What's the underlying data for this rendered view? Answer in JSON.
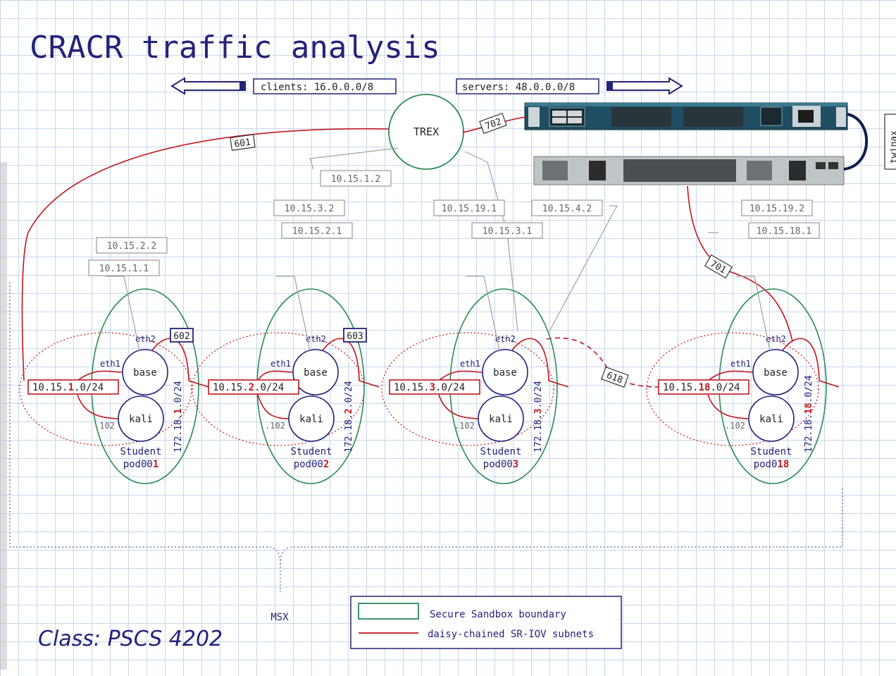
{
  "title": "CRACR traffic analysis",
  "class_label": "Class: PSCS 4202",
  "top": {
    "clients_label": "clients: 16.0.0.0/8",
    "servers_label": "servers: 48.0.0.0/8",
    "trex_label": "TREX",
    "twinax_label": "twinax"
  },
  "links": {
    "l601": "601",
    "l702": "702",
    "l602": "602",
    "l603": "603",
    "l618": "618",
    "l701": "701"
  },
  "ips": {
    "ip_10_15_1_2": "10.15.1.2",
    "ip_10_15_3_2": "10.15.3.2",
    "ip_10_15_2_1": "10.15.2.1",
    "ip_10_15_19_1": "10.15.19.1",
    "ip_10_15_3_1": "10.15.3.1",
    "ip_10_15_4_2": "10.15.4.2",
    "ip_10_15_19_2": "10.15.19.2",
    "ip_10_15_18_1": "10.15.18.1",
    "ip_10_15_2_2": "10.15.2.2",
    "ip_10_15_1_1": "10.15.1.1"
  },
  "pod_common": {
    "eth1": "eth1",
    "eth2": "eth2",
    "base": "base",
    "kali": "kali",
    "dot102": ".102",
    "student": "Student"
  },
  "pods": [
    {
      "subnet_a": "10.15.",
      "subnet_hl": "1",
      "subnet_b": ".0/24",
      "vert_a": "172.18.",
      "vert_hl": "1",
      "vert_b": ".0/24",
      "pod_a": "pod00",
      "pod_hl": "1"
    },
    {
      "subnet_a": "10.15.",
      "subnet_hl": "2",
      "subnet_b": ".0/24",
      "vert_a": "172.18.",
      "vert_hl": "2",
      "vert_b": ".0/24",
      "pod_a": "pod00",
      "pod_hl": "2"
    },
    {
      "subnet_a": "10.15.",
      "subnet_hl": "3",
      "subnet_b": ".0/24",
      "vert_a": "172.18.",
      "vert_hl": "3",
      "vert_b": ".0/24",
      "pod_a": "pod00",
      "pod_hl": "3"
    },
    {
      "subnet_a": "10.15.",
      "subnet_hl": "18",
      "subnet_b": ".0/24",
      "vert_a": "172.18.",
      "vert_hl": "18",
      "vert_b": ".0/24",
      "pod_a": "pod0",
      "pod_hl": "18"
    }
  ],
  "msx_label": "MSX",
  "legend": {
    "sandbox": "Secure Sandbox boundary",
    "subnets": "daisy-chained SR-IOV subnets"
  },
  "colors": {
    "navy": "#23237a",
    "green": "#2b8a57",
    "red": "#c0161d",
    "grid": "#c9d6ec",
    "gray": "#9a9a9a"
  }
}
